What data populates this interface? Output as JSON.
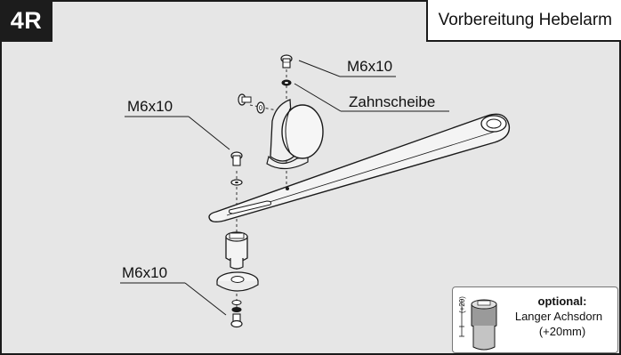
{
  "step": {
    "number": "4R"
  },
  "title": "Vorbereitung Hebelarm",
  "callouts": {
    "screw_top": "M6x10",
    "toothed_washer": "Zahnscheibe",
    "screw_left": "M6x10",
    "screw_bottom": "M6x10"
  },
  "optional_box": {
    "heading": "optional:",
    "line1": "Langer Achsdorn",
    "line2": "(+20mm)",
    "dimension": "(+20)"
  },
  "colors": {
    "background": "#e6e6e6",
    "badge": "#1c1c1c",
    "line": "#1a1a1a"
  }
}
